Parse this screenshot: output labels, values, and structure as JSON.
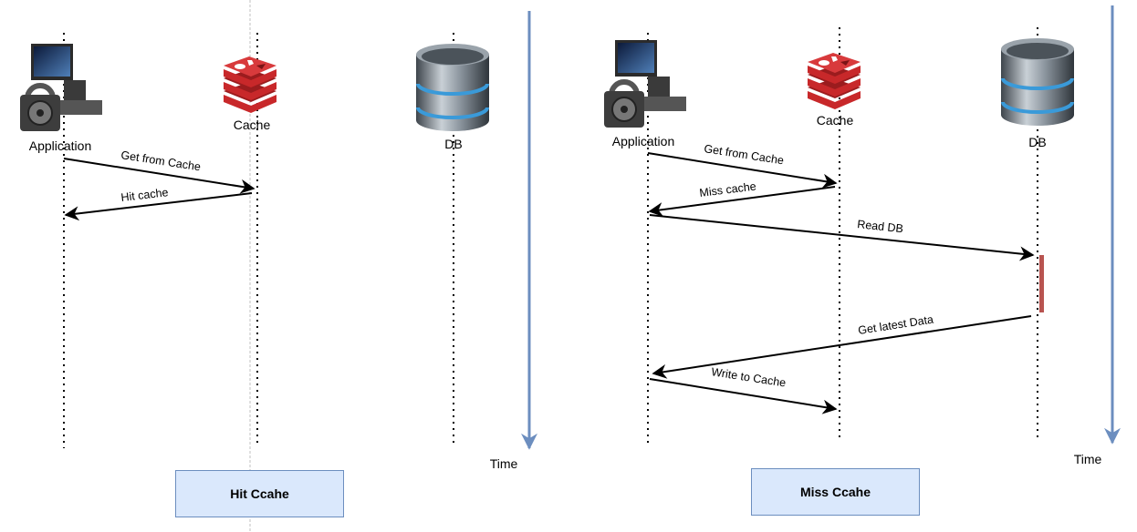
{
  "diagrams": [
    {
      "participants": {
        "application": "Application",
        "cache": "Cache",
        "db": "DB"
      },
      "time_label": "Time",
      "messages": [
        "Get from Cache",
        "Hit cache"
      ],
      "caption": "Hit Ccahe"
    },
    {
      "participants": {
        "application": "Application",
        "cache": "Cache",
        "db": "DB"
      },
      "time_label": "Time",
      "messages": [
        "Get from Cache",
        "Miss cache",
        "Read DB",
        "Get latest Data",
        "Write to Cache"
      ],
      "caption": "Miss Ccahe"
    }
  ],
  "colors": {
    "time_arrow": "#6c8ebf",
    "caption_fill": "#dae8fc",
    "caption_border": "#6c8ebf",
    "activation_bar": "#b85450",
    "cache_icon": "#c8282a",
    "db_icon": "#6f7a85"
  },
  "icons": [
    "computer-lock-icon",
    "redis-cache-icon",
    "database-icon"
  ]
}
